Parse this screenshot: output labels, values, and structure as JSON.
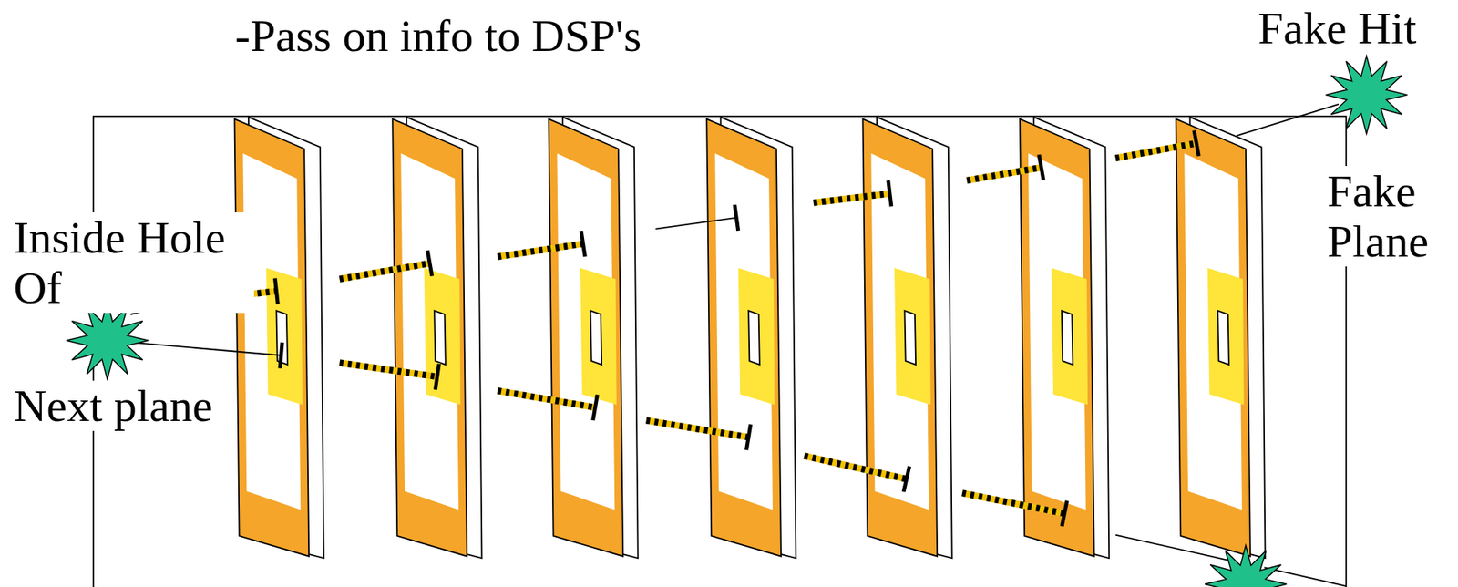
{
  "diagram": {
    "labels": [
      "-Pass on info to DSP's",
      "Fake Hit",
      "Fake Plane",
      "Inside Hole Of",
      "Next plane"
    ]
  }
}
